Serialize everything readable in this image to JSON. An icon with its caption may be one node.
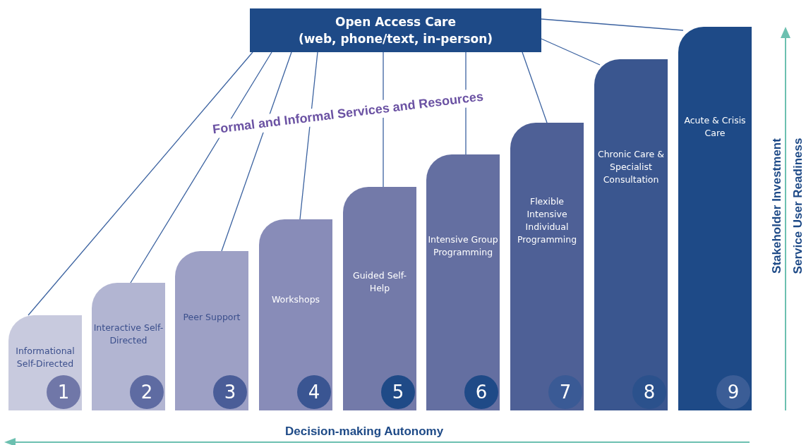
{
  "diagram": {
    "nodes": [
      {
        "text": [
          "Open Access Care",
          "(web, phone/text, in-person)"
        ]
      },
      {
        "text": [
          "Informational Self-Directed"
        ]
      },
      {
        "text": [
          "1"
        ],
        "in": 1
      },
      {
        "text": [
          "Interactive Self-Directed"
        ]
      },
      {
        "text": [
          "2"
        ],
        "in": 3
      },
      {
        "text": [
          "Peer Support"
        ]
      },
      {
        "text": [
          "3"
        ],
        "in": 5
      },
      {
        "text": [
          "Workshops"
        ]
      },
      {
        "text": [
          "4"
        ],
        "in": 7
      },
      {
        "text": [
          "Guided Self-Help"
        ]
      },
      {
        "text": [
          "5"
        ],
        "in": 9
      },
      {
        "text": [
          "Intensive Group Programming"
        ]
      },
      {
        "text": [
          "6"
        ],
        "in": 11
      },
      {
        "text": [
          "Flexible Intensive Individual Programming"
        ]
      },
      {
        "text": [
          "7"
        ],
        "in": 13
      },
      {
        "text": [
          "Chronic Care & Specialist Consultation"
        ]
      },
      {
        "text": [
          "8"
        ],
        "in": 15
      },
      {
        "text": [
          "Acute & Crisis Care"
        ]
      },
      {
        "text": [
          "9"
        ],
        "in": 17
      }
    ],
    "edges": [
      {
        "from": 0,
        "to": 1,
        "arrow": "none"
      },
      {
        "from": 0,
        "to": 3,
        "arrow": "none"
      },
      {
        "from": 0,
        "to": 5,
        "arrow": "none"
      },
      {
        "from": 0,
        "to": 7,
        "arrow": "none"
      },
      {
        "from": 0,
        "to": 9,
        "arrow": "none"
      },
      {
        "from": 0,
        "to": 11,
        "arrow": "none"
      },
      {
        "from": 0,
        "to": 13,
        "arrow": "none"
      },
      {
        "from": 0,
        "to": 15,
        "arrow": "none"
      },
      {
        "from": 0,
        "to": 17,
        "arrow": "none"
      }
    ],
    "labels": [
      "Formal and Informal Services and Resources",
      "Stakeholder Investment",
      "Service User Readiness",
      "Decision-making Autonomy"
    ]
  }
}
